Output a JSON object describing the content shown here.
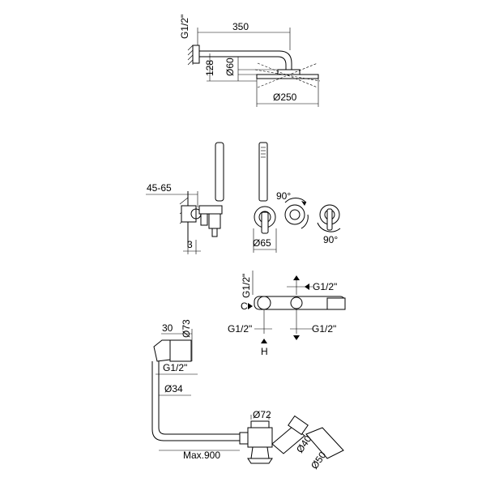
{
  "shower_arm": {
    "thread": "G1/2\"",
    "length": "350",
    "drop": "128",
    "head_joint": "Ø60",
    "head_diameter": "Ø250"
  },
  "hand_shower": {
    "depth_range": "45-65",
    "offset": "3",
    "plate": "Ø65",
    "rotation_top": "90°",
    "rotation_bottom": "90°"
  },
  "mixer": {
    "inlet_top_left": "G1/2\"",
    "inlet_top_right": "G1/2\"",
    "outlet_bottom_left": "G1/2\"",
    "outlet_bottom_right": "G1/2\"",
    "cold_label": "C",
    "hot_label": "H"
  },
  "bath_filler": {
    "depth": "30",
    "rosette": "Ø73",
    "thread": "G1/2\"",
    "pipe": "Ø34",
    "max_length": "Max.900",
    "overflow": "Ø72",
    "pipe_a": "Ø40",
    "pipe_b": "Ø50"
  }
}
